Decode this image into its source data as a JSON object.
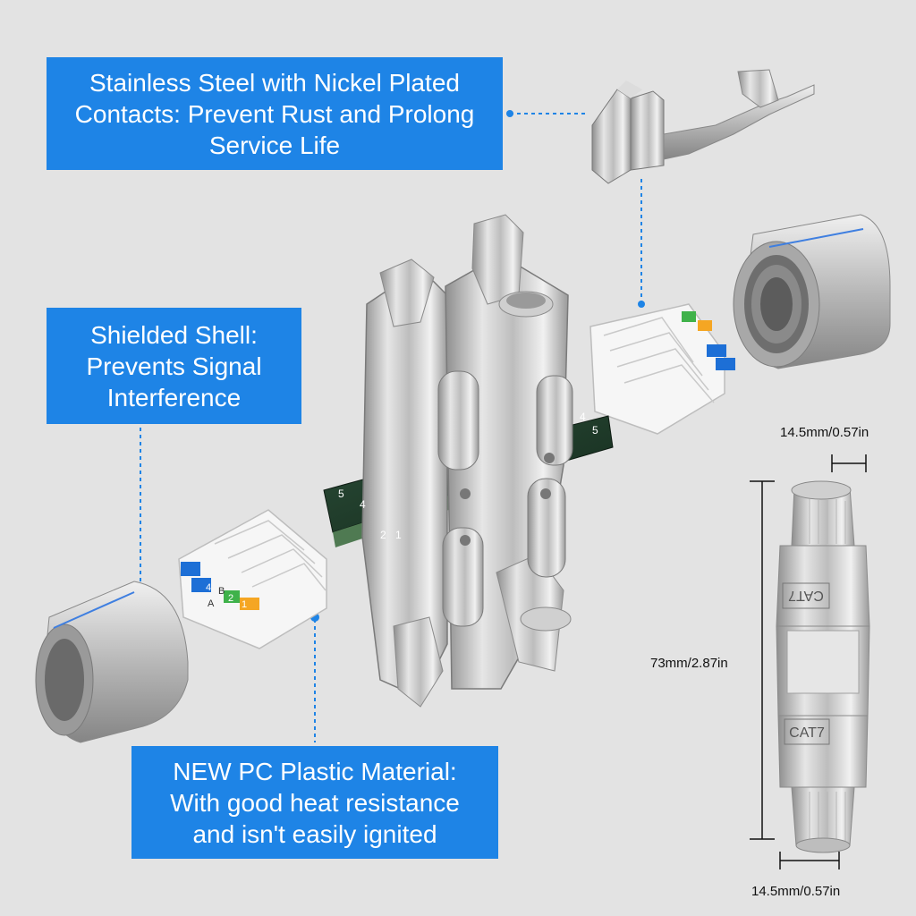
{
  "callouts": {
    "steel": "Stainless Steel with Nickel Plated\nContacts: Prevent Rust and Prolong\nService Life",
    "shell": "Shielded Shell:\nPrevents Signal\nInterference",
    "plastic": "NEW PC Plastic Material:\nWith good heat resistance\nand isn't easily ignited"
  },
  "dimensions": {
    "top_width": "14.5mm/0.57in",
    "bottom_width": "14.5mm/0.57in",
    "height": "73mm/2.87in"
  },
  "product_marks": {
    "cat_label_top": "CAT7",
    "cat_label_bottom": "CAT7",
    "pcb_number_5": "5",
    "pcb_number_4": "4",
    "pcb_number_2": "2",
    "pcb_number_1": "1",
    "pcb_right_4": "4",
    "pcb_right_5": "5"
  },
  "terminal_block_left": [
    "4",
    "B",
    "2",
    "1",
    "A"
  ],
  "colors": {
    "callout_blue": "#1e84e6",
    "background": "#e3e3e3",
    "wire_blue": "#1d6fd6",
    "wire_green": "#3fb24a",
    "wire_orange": "#f5a623",
    "pcb_green": "#1f3d2b"
  }
}
